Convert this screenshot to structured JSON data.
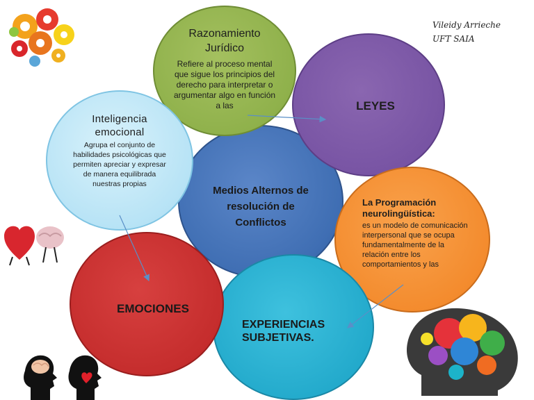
{
  "author": {
    "name": "Vileidy Arrieche",
    "org": "UFT SAIA"
  },
  "center": {
    "title": "Medios Alternos de resolución de Conflictos"
  },
  "razonamiento": {
    "title": "Razonamiento Jurídico",
    "description": "Refiere al proceso mental que sigue los principios del derecho para interpretar o argumentar algo en función a las"
  },
  "leyes": {
    "title": "LEYES"
  },
  "programacion": {
    "title": "La Programación neurolingüística:",
    "description": "es un modelo de comunicación interpersonal que se ocupa fundamentalmente de la relación entre los comportamientos y las"
  },
  "experiencias": {
    "title": "EXPERIENCIAS SUBJETIVAS."
  },
  "emociones": {
    "title": "EMOCIONES"
  },
  "inteligencia": {
    "title": "Inteligencia emocional",
    "description": "Agrupa el conjunto de habilidades psicológicas que permiten apreciar y expresar de manera equilibrada nuestras propias"
  },
  "colors": {
    "center": "#3f6eb3",
    "razonamiento": "#8eb04a",
    "leyes": "#7753a3",
    "programacion": "#f38a2c",
    "experiencias": "#22a9cb",
    "emociones": "#c42c2c",
    "inteligencia": "#b5e2f5",
    "arrow": "#5a8fc7"
  },
  "decorations": [
    "brain-gears-icon",
    "heart-brain-icon",
    "silhouettes-icon",
    "colorful-head-icon"
  ]
}
